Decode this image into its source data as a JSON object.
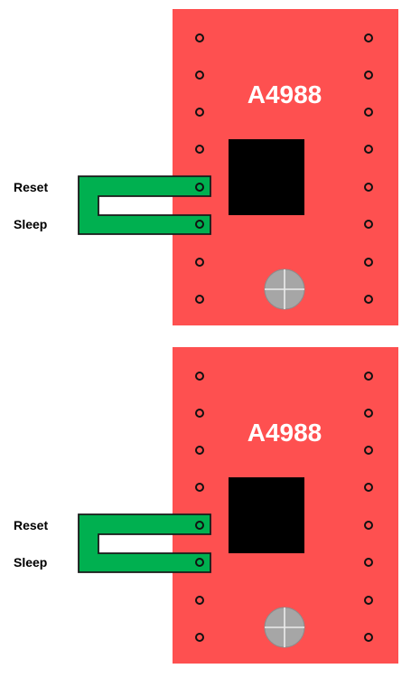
{
  "colors": {
    "board": "#fe5050",
    "board_text": "#ffffff",
    "chip": "#000000",
    "jumper": "#00b050",
    "jumper_outline": "#1a1a1a",
    "pin_outline": "#111111",
    "pot": "#a6a6a6",
    "label_text": "#000000"
  },
  "icons": {
    "potentiometer": "potentiometer-icon",
    "jumper": "jumper-icon"
  },
  "diagrams": [
    {
      "board_label": "A4988",
      "labels": {
        "reset": "Reset",
        "sleep": "Sleep"
      }
    },
    {
      "board_label": "A4988",
      "labels": {
        "reset": "Reset",
        "sleep": "Sleep"
      }
    }
  ]
}
